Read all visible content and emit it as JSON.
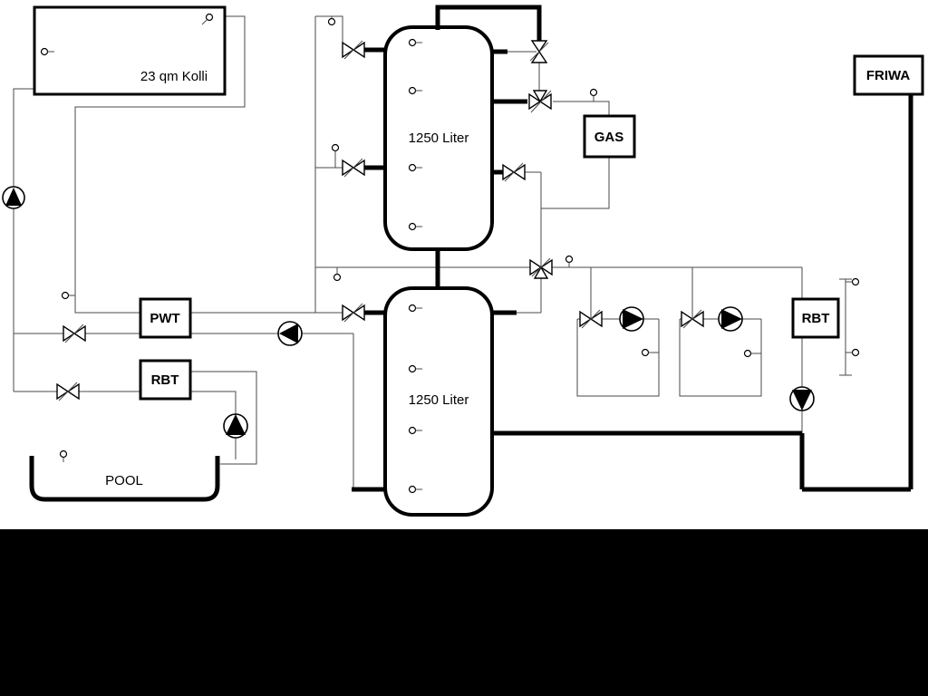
{
  "diagram": {
    "collector_label": "23 qm Kolli",
    "tank_top_label": "1250 Liter",
    "tank_bottom_label": "1250 Liter",
    "gas_label": "GAS",
    "friwa_label": "FRIWA",
    "pwt_label": "PWT",
    "rbt_left_label": "RBT",
    "rbt_right_label": "RBT",
    "pool_label": "POOL",
    "colors": {
      "background": "#ffffff",
      "letterbox": "#000000",
      "pipe_thin": "#4a4a4a",
      "pipe_thick": "#000000"
    }
  }
}
